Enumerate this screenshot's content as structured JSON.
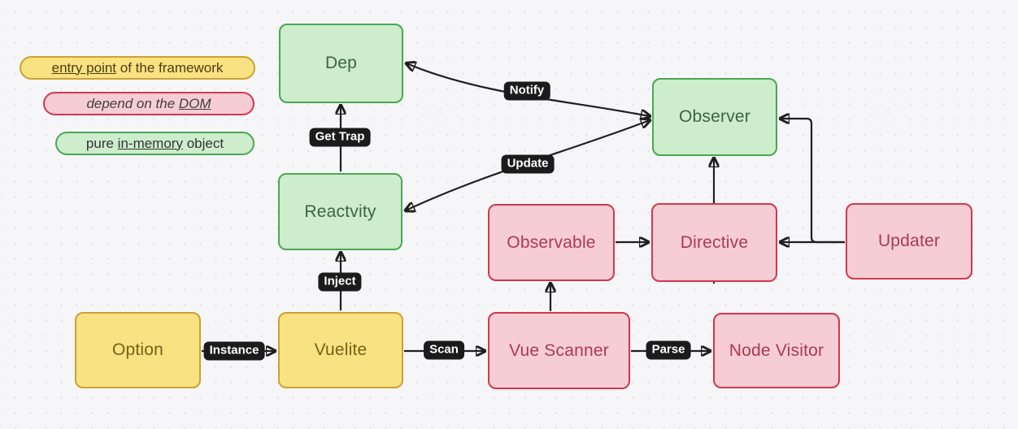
{
  "diagram": {
    "title_hint": "Vuelite framework architecture flowchart",
    "colors": {
      "background": "#f6f6f8",
      "grid_dot": "#e2e2e6",
      "edge_line": "#1f1f1f",
      "label_pill_bg": "#1b1b1b",
      "label_pill_text": "#ffffff",
      "green_fill": "#cdedcd",
      "green_border": "#4ba654",
      "green_text": "#3e6345",
      "pink_fill": "#f6cdd5",
      "pink_border": "#d3374e",
      "pink_text": "#ab3a50",
      "yellow_fill": "#f9e282",
      "yellow_border": "#cba234",
      "yellow_text": "#7c5f18"
    },
    "legend": {
      "entry": {
        "underlined": "entry point",
        "rest": " of the framework"
      },
      "dom": {
        "pre": "depend on the ",
        "underlined": "DOM"
      },
      "memory": {
        "pre": "pure ",
        "underlined": "in-memory",
        "rest": " object"
      }
    },
    "nodes": {
      "dep": {
        "label": "Dep",
        "type": "green"
      },
      "observer": {
        "label": "Observer",
        "type": "green"
      },
      "reactvity": {
        "label": "Reactvity",
        "type": "green"
      },
      "observable": {
        "label": "Observable",
        "type": "pink"
      },
      "directive": {
        "label": "Directive",
        "type": "pink"
      },
      "updater": {
        "label": "Updater",
        "type": "pink"
      },
      "option": {
        "label": "Option",
        "type": "yellow"
      },
      "vuelite": {
        "label": "Vuelite",
        "type": "yellow"
      },
      "vue_scanner": {
        "label": "Vue Scanner",
        "type": "pink"
      },
      "node_visitor": {
        "label": "Node Visitor",
        "type": "pink"
      }
    },
    "edge_labels": {
      "notify": "Notify",
      "update": "Update",
      "get_trap": "Get Trap",
      "inject": "Inject",
      "instance": "Instance",
      "scan": "Scan",
      "parse": "Parse"
    },
    "edges": [
      {
        "from": "Option",
        "to": "Vuelite",
        "label": "Instance",
        "direction": "forward"
      },
      {
        "from": "Vuelite",
        "to": "Reactvity",
        "label": "Inject",
        "direction": "forward"
      },
      {
        "from": "Reactvity",
        "to": "Dep",
        "label": "Get Trap",
        "direction": "forward"
      },
      {
        "from": "Dep",
        "to": "Observer",
        "label": "Notify",
        "direction": "both"
      },
      {
        "from": "Reactvity",
        "to": "Observer",
        "label": "Update",
        "direction": "both"
      },
      {
        "from": "Vuelite",
        "to": "Vue Scanner",
        "label": "Scan",
        "direction": "forward"
      },
      {
        "from": "Vue Scanner",
        "to": "Observable",
        "label": "",
        "direction": "forward"
      },
      {
        "from": "Vue Scanner",
        "to": "Node Visitor",
        "label": "Parse",
        "direction": "forward"
      },
      {
        "from": "Observable",
        "to": "Directive",
        "label": "",
        "direction": "forward"
      },
      {
        "from": "Directive",
        "to": "Observer",
        "label": "",
        "direction": "forward"
      },
      {
        "from": "Updater",
        "to": "Directive",
        "label": "",
        "direction": "forward"
      },
      {
        "from": "Updater",
        "to": "Observer",
        "label": "",
        "direction": "forward"
      }
    ]
  }
}
